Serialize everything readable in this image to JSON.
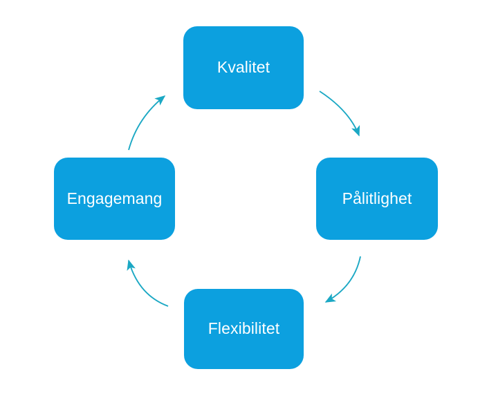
{
  "diagram": {
    "type": "cycle",
    "direction": "clockwise",
    "background_color": "#ffffff",
    "node_color": "#0CA0DF",
    "node_text_color": "#ffffff",
    "arrow_color": "#1BA8C4",
    "nodes": [
      {
        "id": "top",
        "label": "Kvalitet",
        "position": "top"
      },
      {
        "id": "right",
        "label": "Pålitlighet",
        "position": "right"
      },
      {
        "id": "bottom",
        "label": "Flexibilitet",
        "position": "bottom"
      },
      {
        "id": "left",
        "label": "Engagemang",
        "position": "left"
      }
    ],
    "arrows": [
      {
        "id": "arrow-top-right",
        "from": "Kvalitet",
        "to": "Pålitlighet"
      },
      {
        "id": "arrow-bottom-right",
        "from": "Pålitlighet",
        "to": "Flexibilitet"
      },
      {
        "id": "arrow-bottom-left",
        "from": "Flexibilitet",
        "to": "Engagemang"
      },
      {
        "id": "arrow-top-left",
        "from": "Engagemang",
        "to": "Kvalitet"
      }
    ]
  }
}
